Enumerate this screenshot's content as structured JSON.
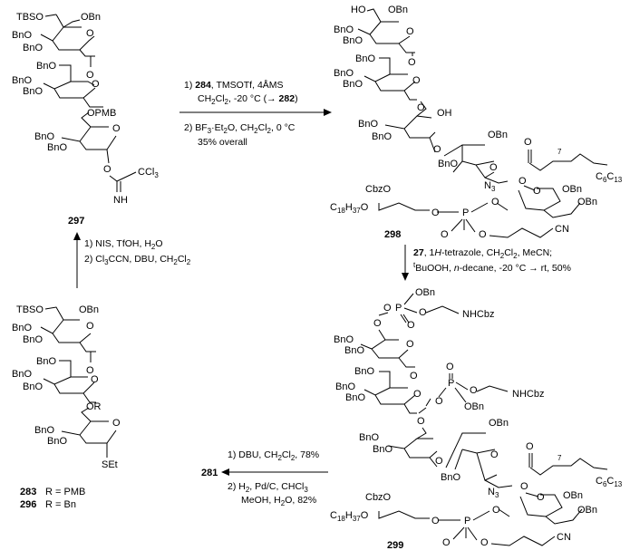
{
  "compounds": {
    "c297": "297",
    "c298": "298",
    "c299": "299",
    "c281": "281",
    "c283": "283",
    "c296": "296"
  },
  "r_groups": {
    "r283": "R = PMB",
    "r296": "R = Bn"
  },
  "conditions": {
    "top_step1_num": "1) ",
    "top_step1_cmp": "284",
    "top_step1_rest": ", TMSOTf, 4ÅMS",
    "top_step1_line2_pre": "CH",
    "top_step1_line2_mid": "Cl",
    "top_step1_line2_post": ", -20 °C (→ ",
    "top_step1_line2_cmp": "282",
    "top_step1_line2_end": ")",
    "top_step2_pre": "2) BF",
    "top_step2_mid": "·Et",
    "top_step2_post": "O, CH",
    "top_step2_cl": "Cl",
    "top_step2_end": ", 0 °C",
    "top_step3": "35% overall",
    "left_step1_pre": "1) NIS, TfOH, H",
    "left_step1_end": "O",
    "left_step2_pre": "2) Cl",
    "left_step2_mid": "CCN, DBU, CH",
    "left_step2_cl": "Cl",
    "right_line1_cmp": "27",
    "right_line1_pre": ", 1",
    "right_line1_it": "H",
    "right_line1_post": "-tetrazole, CH",
    "right_line1_cl": "Cl",
    "right_line1_end": ", MeCN;",
    "right_line2_sup": "t",
    "right_line2_rest": "BuOOH, ",
    "right_line2_it": "n",
    "right_line2_end": "-decane, -20 °C → rt, 50%",
    "bottom_step1": "1) DBU, CH",
    "bottom_step1_cl": "Cl",
    "bottom_step1_end": ", 78%",
    "bottom_step2_pre": "2) H",
    "bottom_step2_post": ", Pd/C, CHCl",
    "bottom_step3": "MeOH, H",
    "bottom_step3_end": "O, 82%"
  },
  "atom_labels": {
    "tbso": "TBSO",
    "obn": "OBn",
    "bno": "BnO",
    "opmb": "OPMB",
    "o": "O",
    "ccl3": "CCl",
    "nh": "NH",
    "ho": "HO",
    "oh": "OH",
    "n3": "N",
    "cbzo": "CbzO",
    "c18": "C",
    "c6": "C",
    "cn": "CN",
    "p": "P",
    "nhcbz": "NHCbz",
    "or": "OR",
    "set": "SEt",
    "seven": "7",
    "sub2": "2",
    "sub3": "3",
    "sub18": "18",
    "sub37": "37",
    "sub6": "6",
    "sub13": "13"
  },
  "colors": {
    "ink": "#000000",
    "background": "#ffffff"
  }
}
